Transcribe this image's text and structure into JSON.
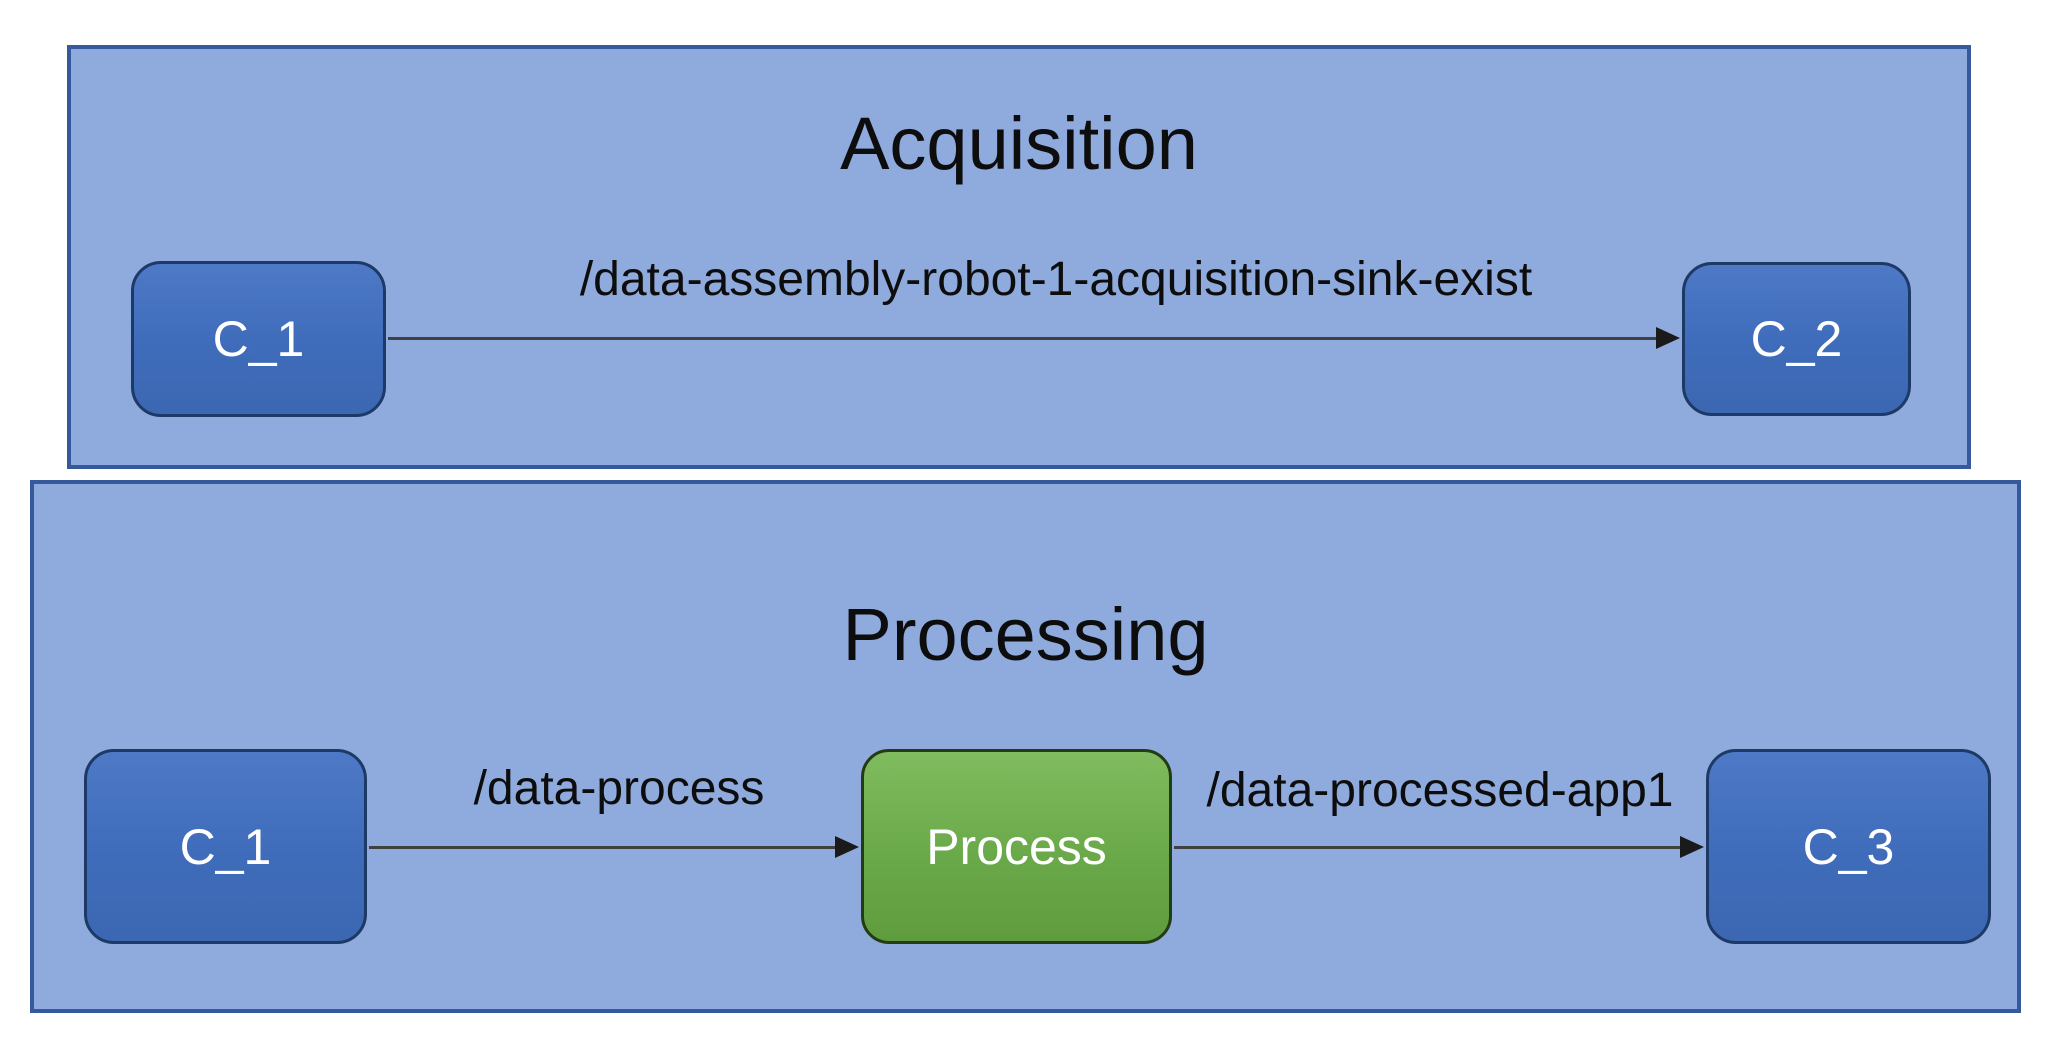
{
  "diagram": {
    "acquisition": {
      "title": "Acquisition",
      "node_c1": "C_1",
      "node_c2": "C_2",
      "edge_label": "/data-assembly-robot-1-acquisition-sink-exist"
    },
    "processing": {
      "title": "Processing",
      "node_c1": "C_1",
      "node_process": "Process",
      "node_c3": "C_3",
      "edge1_label": "/data-process",
      "edge2_label": "/data-processed-app1"
    },
    "colors": {
      "panel_fill": "#8faadc",
      "panel_border": "#35599b",
      "component_node_fill": "#4472c4",
      "component_node_border": "#1d3a66",
      "process_node_fill": "#70ad47",
      "process_node_border": "#233c16",
      "node_text": "#ffffff",
      "arrow": "#404040",
      "label_text": "#0d0d0d",
      "background": "#ffffff"
    }
  }
}
